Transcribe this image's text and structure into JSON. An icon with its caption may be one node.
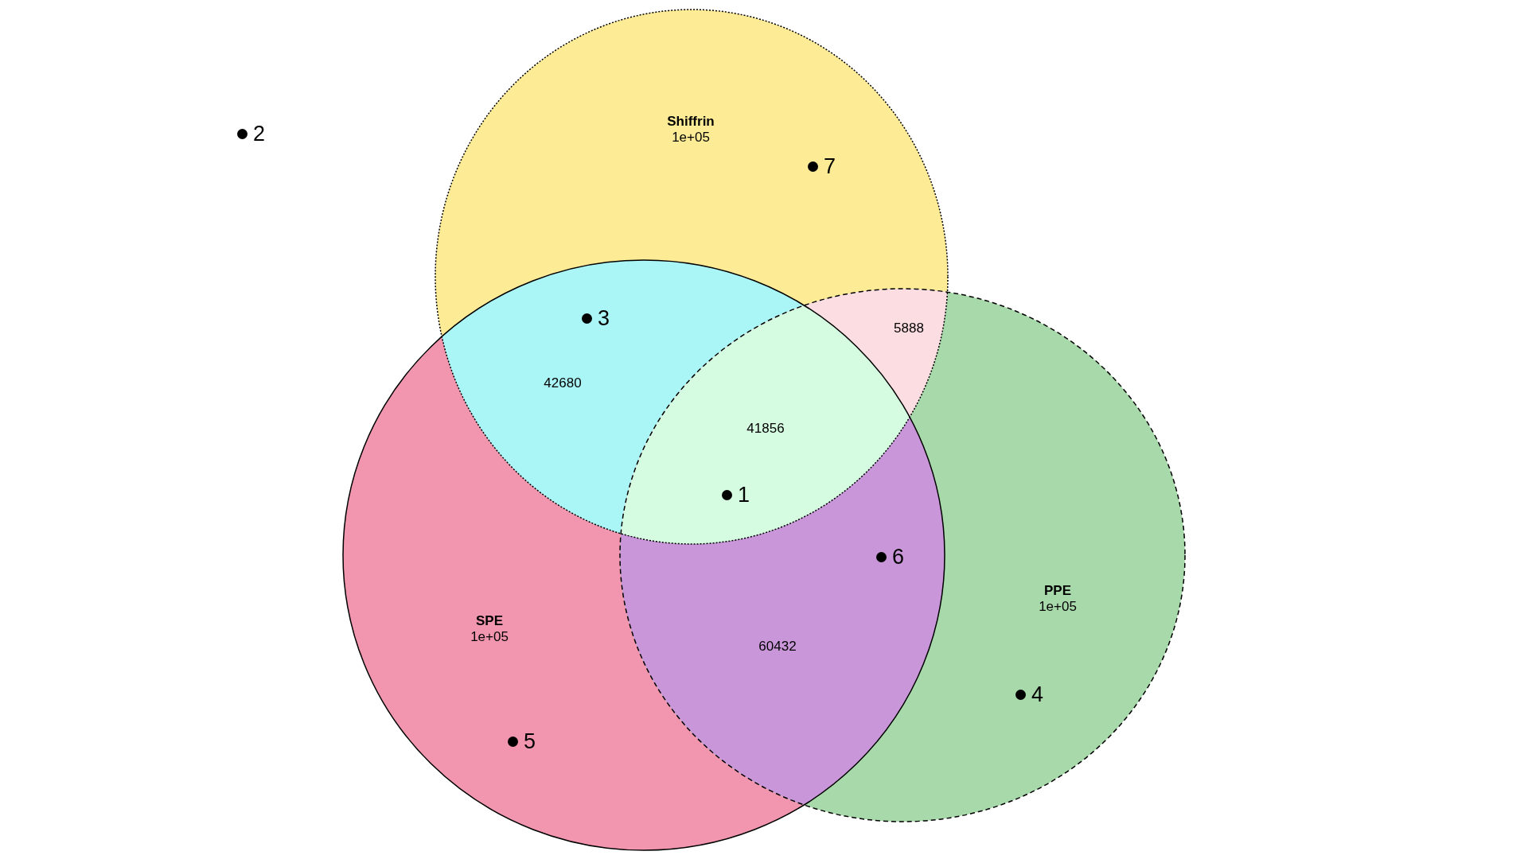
{
  "diagram": {
    "nodes": [
      {
        "text": [
          "Shiffrin",
          "1e+05"
        ]
      },
      {
        "text": [
          "SPE",
          "1e+05"
        ]
      },
      {
        "text": [
          "PPE",
          "1e+05"
        ]
      }
    ],
    "edges": [],
    "labels": [
      "2",
      "7",
      "3",
      "5888",
      "42680",
      "41856",
      "1",
      "6",
      "60432",
      "4",
      "5"
    ]
  }
}
